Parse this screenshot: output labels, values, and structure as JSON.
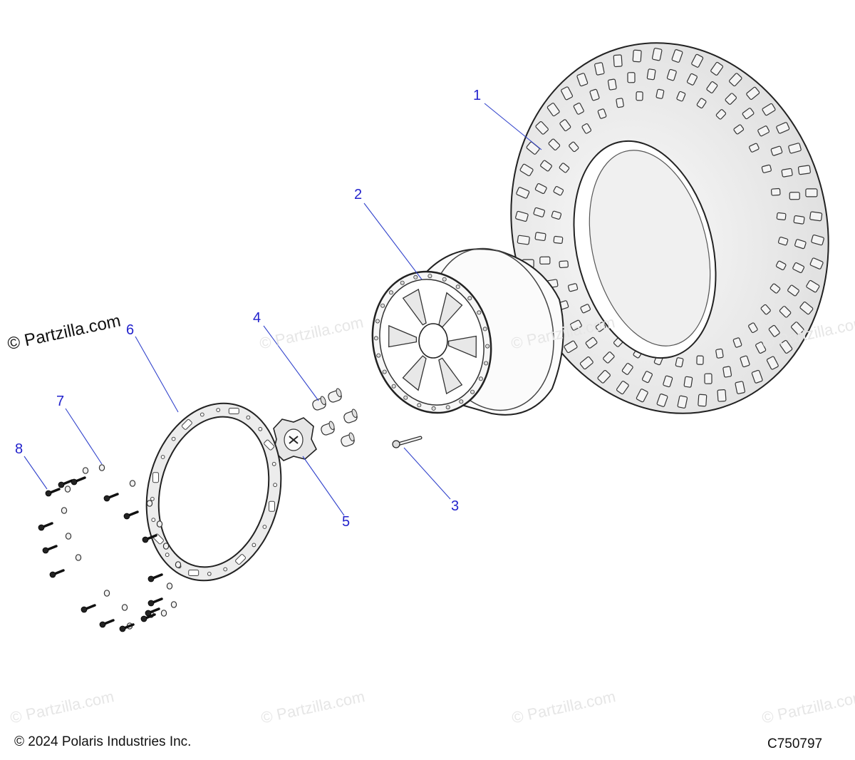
{
  "watermark_main": "© Partzilla.com",
  "watermark_faint": "© Partzilla.com",
  "copyright": "© 2024 Polaris Industries Inc.",
  "diagram_code": "C750797",
  "callouts": [
    {
      "id": "1",
      "part": "tire"
    },
    {
      "id": "2",
      "part": "wheel"
    },
    {
      "id": "3",
      "part": "valve-stem"
    },
    {
      "id": "4",
      "part": "lug-nut"
    },
    {
      "id": "5",
      "part": "center-cap"
    },
    {
      "id": "6",
      "part": "beadlock-ring"
    },
    {
      "id": "7",
      "part": "washer"
    },
    {
      "id": "8",
      "part": "screw"
    }
  ],
  "colors": {
    "callout": "#2222cc",
    "line_art": "#222222",
    "watermark": "#e6e6e6"
  }
}
